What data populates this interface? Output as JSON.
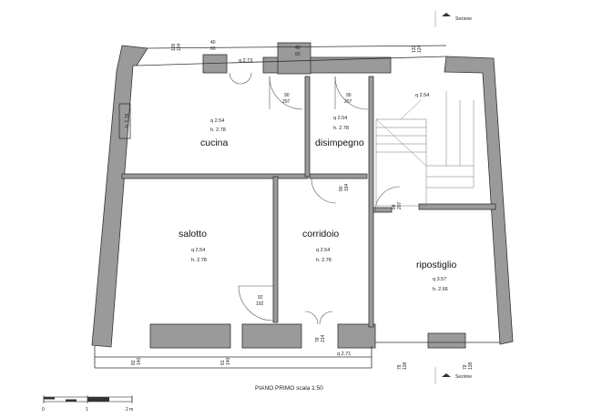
{
  "plan_title": "PIANO PRIMO scala 1:50",
  "section_label": "Sezione",
  "rooms": [
    {
      "name": "cucina",
      "q": "q 2.54",
      "h": "h. 2.78"
    },
    {
      "name": "disimpegno",
      "q": "q 2.54",
      "h": "h. 2.78"
    },
    {
      "name": "salotto",
      "q": "q 2.54",
      "h": "h. 2.78"
    },
    {
      "name": "corridoio",
      "q": "q 2.54",
      "h": "h. 2.78"
    },
    {
      "name": "ripostiglio",
      "q": "q 3.57",
      "h": "h. 2.66"
    }
  ],
  "levels": {
    "terrace_top": "q 2.73",
    "landing": "q 2.54",
    "balcony": "q 2.71"
  },
  "openings": {
    "top_left": [
      "126",
      "124"
    ],
    "top_win1": [
      "40",
      "60"
    ],
    "top_win2": [
      "40",
      "60"
    ],
    "top_right": [
      "132",
      "124"
    ],
    "kitchen_side": "h. 1.76",
    "door_cucina": [
      "90",
      "207"
    ],
    "door_stair": [
      "90",
      "207"
    ],
    "door_disimpegno": [
      "90",
      "194"
    ],
    "door_ripost": [
      "88",
      "207"
    ],
    "door_salotto": [
      "92",
      "192"
    ],
    "door_balcony": [
      "78",
      "214"
    ],
    "bottom_left": [
      "82",
      "140"
    ],
    "bottom_mid": [
      "81",
      "140"
    ],
    "bottom_right1": [
      "78",
      "138"
    ],
    "bottom_right2": [
      "78",
      "138"
    ]
  },
  "scale_bar": {
    "ticks": [
      "0",
      "1",
      "2 m"
    ]
  }
}
